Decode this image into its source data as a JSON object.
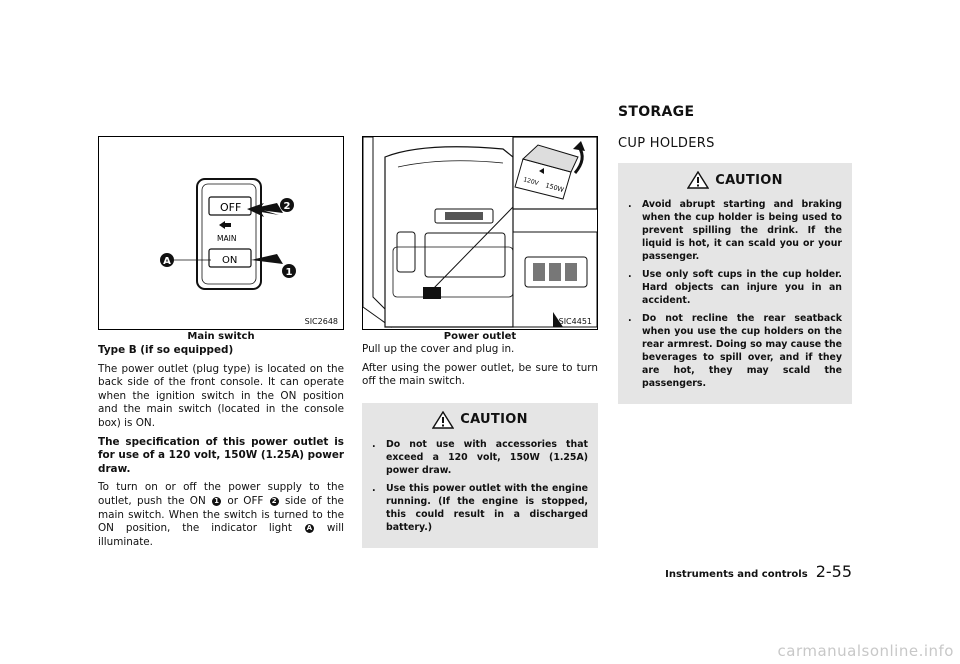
{
  "section_heading": "STORAGE",
  "left_column": {
    "figure": {
      "code": "SIC2648",
      "caption": "Main switch",
      "labels": {
        "off": "OFF",
        "main": "MAIN",
        "on": "ON",
        "callout_1": "1",
        "callout_2": "2",
        "callout_a": "A"
      }
    },
    "subheading": "Type B (if so equipped)",
    "paragraph_1": "The power outlet (plug type) is located on the back side of the front console. It can operate when the ignition switch in the ON position and the main switch (located in the console box) is ON.",
    "paragraph_2": "The specification of this power outlet is for use of a 120 volt, 150W (1.25A) power draw.",
    "paragraph_3": {
      "part_a": "To turn on or off the power supply to the outlet, push the ON",
      "ref_1": "1",
      "part_b": "or OFF",
      "ref_2": "2",
      "part_c": "side of the main switch. When the switch is turned to the ON position, the indicator light",
      "ref_a": "A",
      "part_d": "will illuminate."
    }
  },
  "middle_column": {
    "figure": {
      "code": "SIC4451",
      "caption": "Power outlet",
      "labels": {
        "volt": "120V",
        "watt": "150W"
      }
    },
    "paragraph_1": "Pull up the cover and plug in.",
    "paragraph_2": "After using the power outlet, be sure to turn off the main switch.",
    "caution": {
      "title": "CAUTION",
      "items": [
        "Do not use with accessories that exceed a 120 volt, 150W (1.25A) power draw.",
        "Use this power outlet with the engine running. (If the engine is stopped, this could result in a discharged battery.)"
      ]
    }
  },
  "right_column": {
    "title": "CUP HOLDERS",
    "caution": {
      "title": "CAUTION",
      "items": [
        "Avoid abrupt starting and braking when the cup holder is being used to prevent spilling the drink. If the liquid is hot, it can scald you or your passenger.",
        "Use only soft cups in the cup holder. Hard objects can injure you in an accident.",
        "Do not recline the rear seatback when you use the cup holders on the rear armrest. Doing so may cause the beverages to spill over, and if they are hot, they may scald the passengers."
      ]
    }
  },
  "footer": {
    "label": "Instruments and controls",
    "page": "2-55"
  },
  "watermark": "carmanualsonline.info",
  "bullet": "."
}
